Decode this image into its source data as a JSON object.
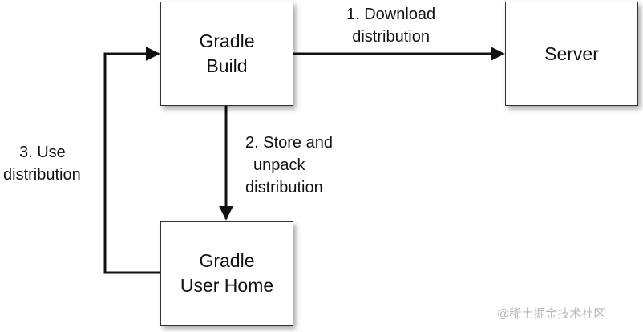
{
  "nodes": {
    "gradle_build": [
      "Gradle",
      "Build"
    ],
    "server": [
      "Server"
    ],
    "gradle_user_home": [
      "Gradle",
      "User Home"
    ]
  },
  "edges": {
    "download": [
      "1. Download",
      "distribution"
    ],
    "store": [
      "2. Store and",
      "unpack",
      "distribution"
    ],
    "use": [
      "3. Use",
      "distribution"
    ]
  },
  "watermark": "@稀土掘金技术社区",
  "colors": {
    "line": "#111111",
    "box_border": "#333333",
    "text": "#111111"
  }
}
